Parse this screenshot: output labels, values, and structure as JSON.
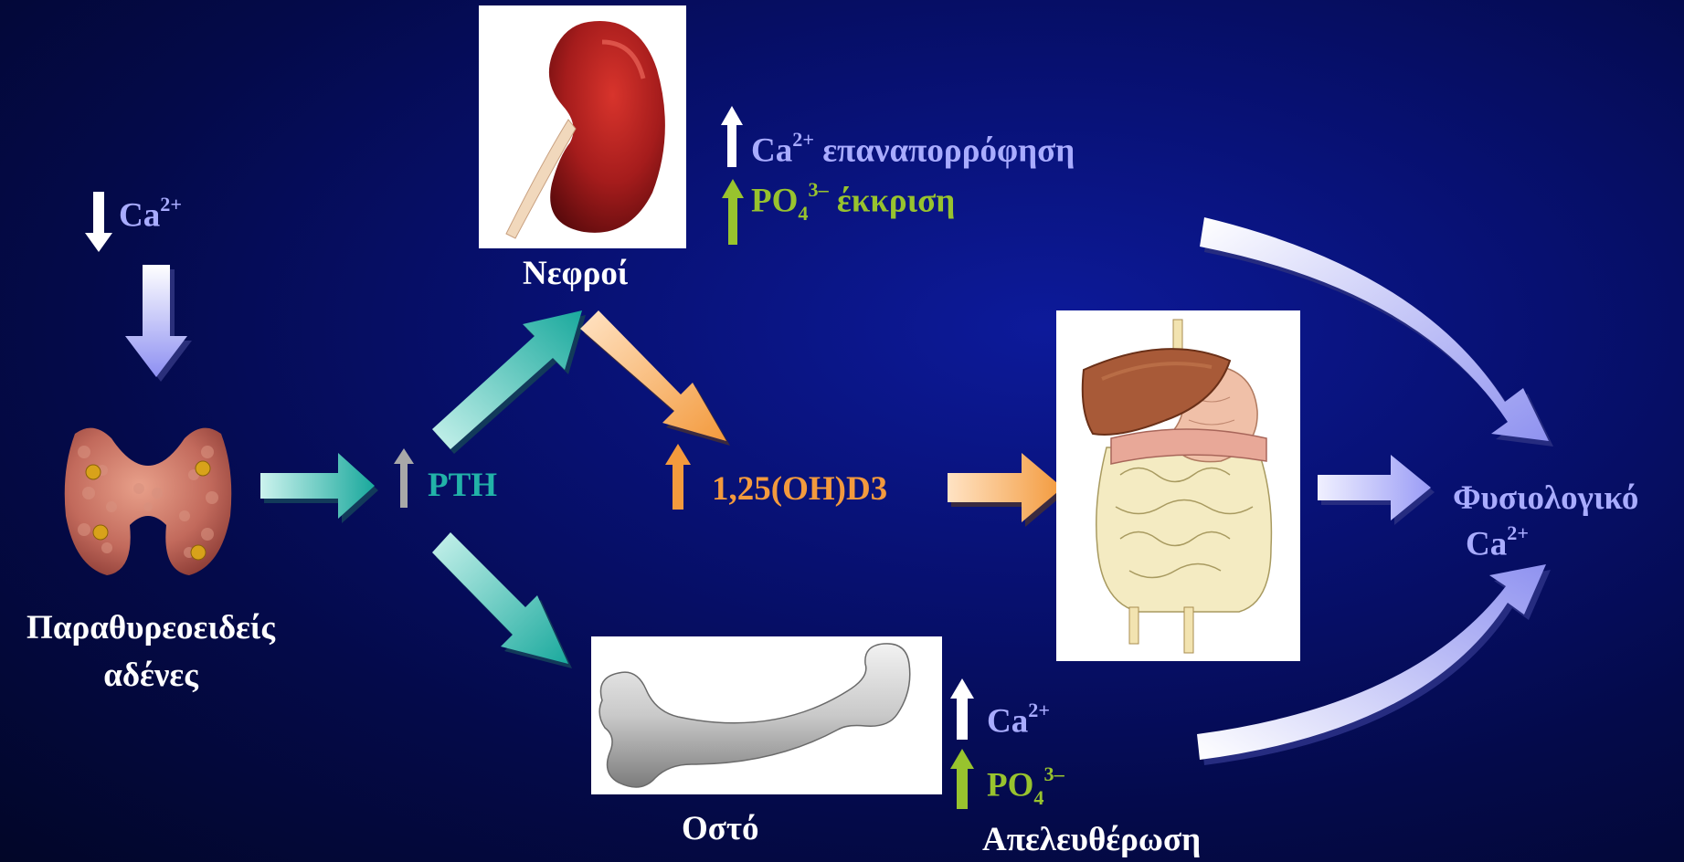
{
  "colors": {
    "lavender": "#a9acff",
    "teal": "#22b2a8",
    "orange": "#f39a3d",
    "lime": "#98c32e",
    "white": "#ffffff",
    "grey": "#a8a8a8",
    "background": "#06106a"
  },
  "icons": {
    "kidney": "kidney-illustration",
    "parathyroid": "parathyroid-glands-illustration",
    "digestive": "digestive-system-illustration",
    "bone": "femur-bone-illustration"
  },
  "diagram": {
    "low_ca": {
      "arrow": "down",
      "ion": "Ca",
      "charge": "2+"
    },
    "parathyroid_label_line1": "Παραθυρεοειδείς",
    "parathyroid_label_line2": "αδένες",
    "pth": {
      "arrow": "up",
      "label": "PTH"
    },
    "kidney_label": "Νεφροί",
    "kidney_effects": {
      "ca": {
        "arrow": "up",
        "ion": "Ca",
        "charge": "2+",
        "text": "επαναπορρόφηση"
      },
      "po4": {
        "arrow": "up",
        "ion": "PO",
        "sub": "4",
        "charge": "3–",
        "text": "έκκριση"
      }
    },
    "vitd": {
      "arrow": "up",
      "label": "1,25(OH)D3"
    },
    "bone_label": "Οστό",
    "bone_effects": {
      "ca": {
        "arrow": "up",
        "ion": "Ca",
        "charge": "2+"
      },
      "po4": {
        "arrow": "up",
        "ion": "PO",
        "sub": "4",
        "charge": "3–"
      },
      "release_label": "Απελευθέρωση"
    },
    "result": {
      "line1": "Φυσιολογικό",
      "ion": "Ca",
      "charge": "2+"
    }
  }
}
